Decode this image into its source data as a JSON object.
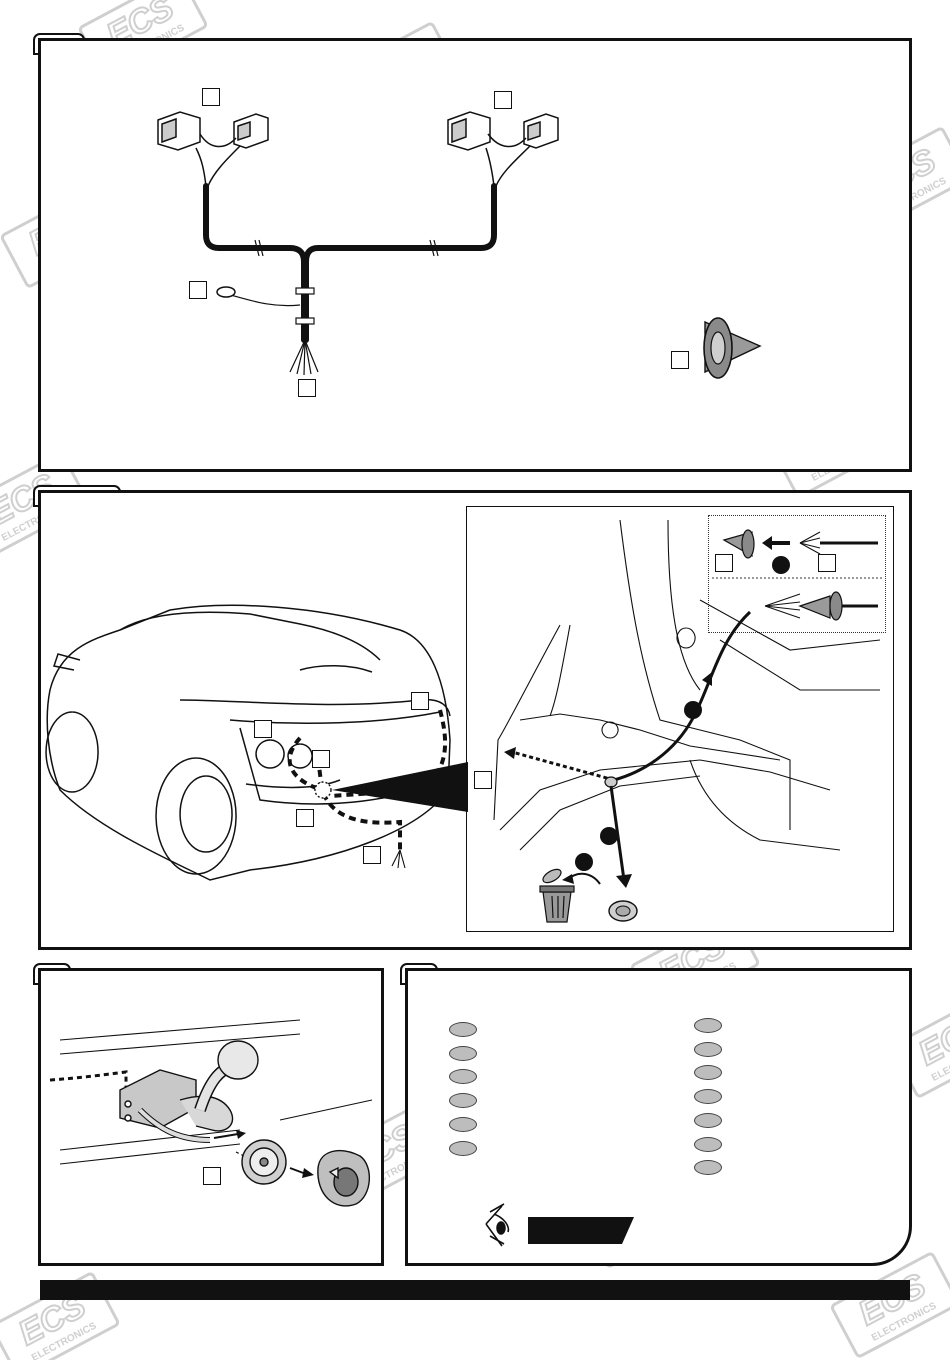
{
  "watermark": {
    "brand": "ECS",
    "sub": "ELECTRONICS"
  },
  "sections": [
    {
      "id": "components-overview"
    },
    {
      "id": "vehicle-routing"
    },
    {
      "id": "towbar-socket"
    },
    {
      "id": "connection-list"
    }
  ],
  "connection_list": {
    "left_count": 6,
    "right_count": 7
  },
  "colors": {
    "line": "#111111",
    "grommet": "#9a9a9a",
    "oval": "#bdbdbd",
    "footer": "#111111"
  },
  "icons": [
    "eye-icon",
    "trash-bin-icon",
    "grommet-icon",
    "arrow-icon"
  ]
}
